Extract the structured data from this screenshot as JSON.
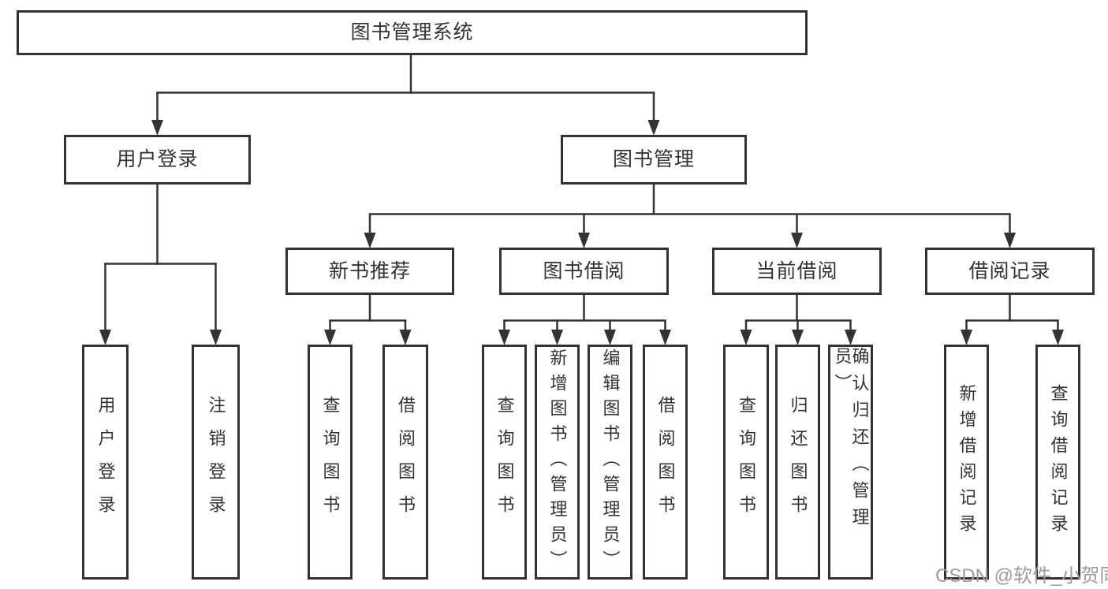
{
  "diagram": {
    "root": {
      "label": "图书管理系统"
    },
    "level2": {
      "user_login": {
        "label": "用户登录"
      },
      "book_mgmt": {
        "label": "图书管理"
      }
    },
    "level3": {
      "new_books": {
        "label": "新书推荐"
      },
      "book_borrow": {
        "label": "图书借阅"
      },
      "current_borrow": {
        "label": "当前借阅"
      },
      "borrow_records": {
        "label": "借阅记录"
      }
    },
    "leaves": {
      "user_login": {
        "label": "用户登录"
      },
      "logout": {
        "label": "注销登录"
      },
      "newbooks_query": {
        "label": "查询图书"
      },
      "newbooks_borrow": {
        "label": "借阅图书"
      },
      "borrow_query": {
        "label": "查询图书"
      },
      "borrow_add_admin": {
        "label": "新增图书（管理员）"
      },
      "borrow_edit_admin": {
        "label": "编辑图书（管理员）"
      },
      "borrow_borrow": {
        "label": "借阅图书"
      },
      "current_query": {
        "label": "查询图书"
      },
      "current_return": {
        "label": "归还图书"
      },
      "current_confirm_admin": {
        "label": "确认归还（管理员）"
      },
      "records_add": {
        "label": "新增借阅记录"
      },
      "records_query": {
        "label": "查询借阅记录"
      }
    },
    "watermark": {
      "label": "CSDN @软件_小贺同学"
    },
    "colors": {
      "line": "#333333",
      "text": "#333333",
      "watermark": "#9c9c9c",
      "background": "#ffffff"
    }
  }
}
